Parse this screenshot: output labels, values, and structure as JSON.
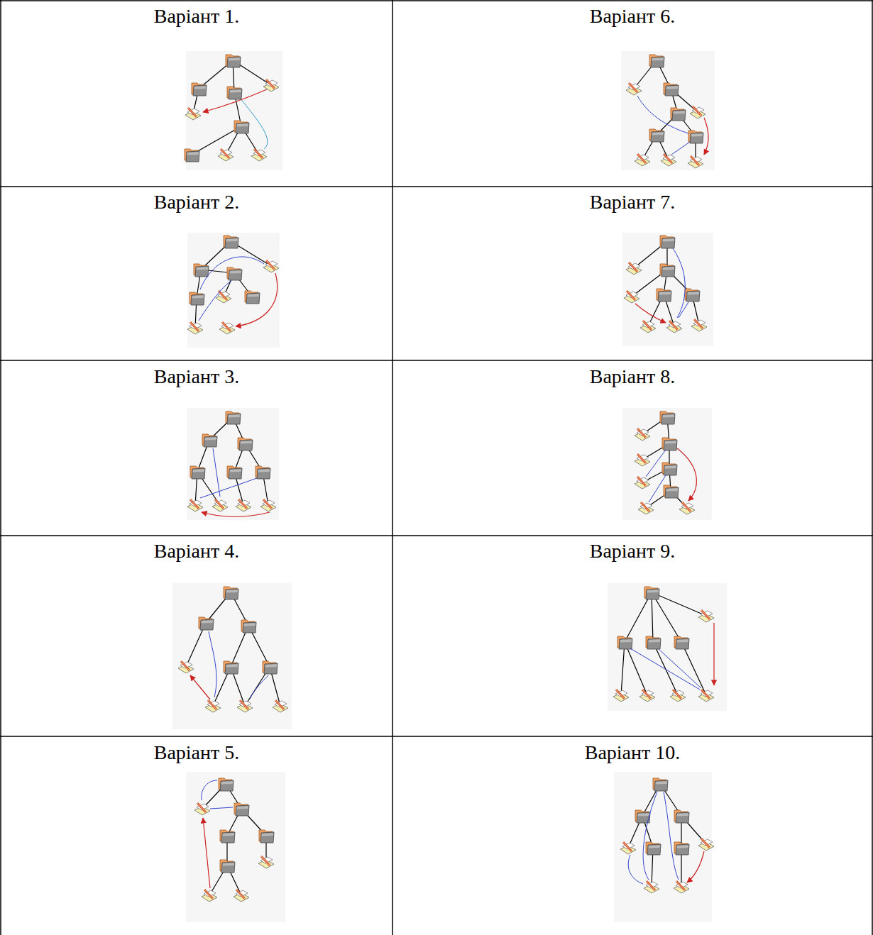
{
  "diagram": {
    "labels": [
      "Варіант 1.",
      "Варіант 6.",
      "Варіант 2.",
      "Варіант 7.",
      "Варіант 3.",
      "Варіант 8.",
      "Варіант 4.",
      "Варіант 9.",
      "Варіант 5.",
      "Варіант 10."
    ]
  }
}
